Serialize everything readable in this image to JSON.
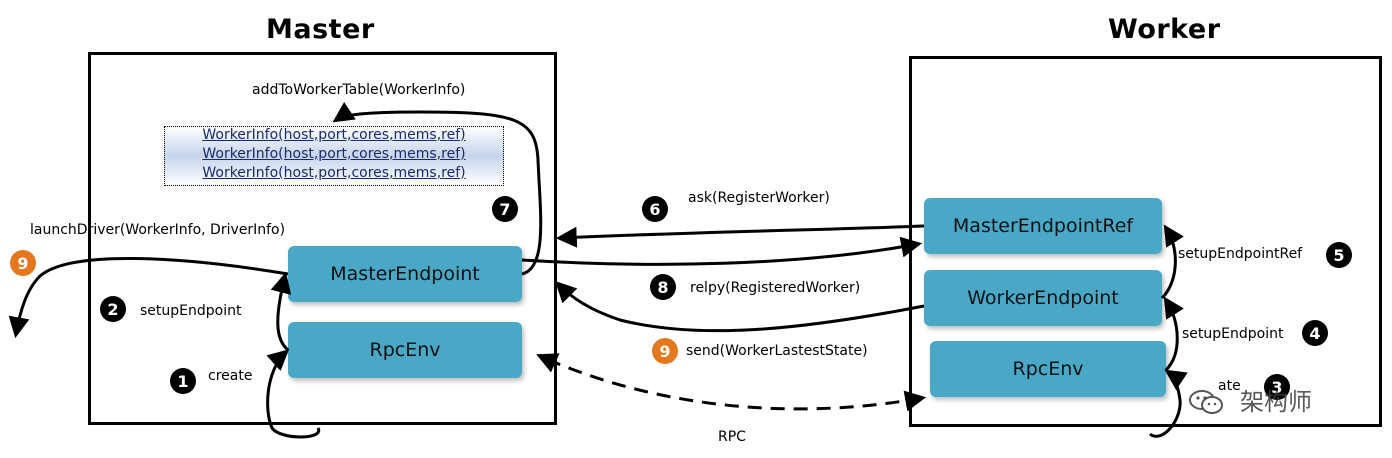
{
  "master": {
    "title": "Master"
  },
  "worker": {
    "title": "Worker"
  },
  "master_boxes": {
    "endpoint": "MasterEndpoint",
    "rpcenv": "RpcEnv"
  },
  "worker_boxes": {
    "endpoint_ref": "MasterEndpointRef",
    "endpoint": "WorkerEndpoint",
    "rpcenv": "RpcEnv"
  },
  "worker_table": {
    "rows": [
      "WorkerInfo(host,port,cores,mems,ref)",
      "WorkerInfo(host,port,cores,mems,ref)",
      "WorkerInfo(host,port,cores,mems,ref)"
    ]
  },
  "labels": {
    "add_to_worker_table": "addToWorkerTable(WorkerInfo)",
    "launch_driver": "launchDriver(WorkerInfo, DriverInfo)",
    "setup_endpoint_master": "setupEndpoint",
    "create_master": "create",
    "ask_register": "ask(RegisterWorker)",
    "reply_registered": "relpy(RegisteredWorker)",
    "send_state": "send(WorkerLastestState)",
    "rpc": "RPC",
    "setup_endpoint_ref": "setupEndpointRef",
    "setup_endpoint_worker": "setupEndpoint",
    "create_worker": "ate"
  },
  "badges": {
    "b1": "1",
    "b2": "2",
    "b3": "3",
    "b4": "4",
    "b5": "5",
    "b6": "6",
    "b7": "7",
    "b8": "8",
    "b9a": "9",
    "b9b": "9"
  },
  "watermark": {
    "text": "架构师"
  },
  "colors": {
    "box": "#4aa8c6",
    "badge": "#000000",
    "badge_alt": "#e4781e"
  }
}
